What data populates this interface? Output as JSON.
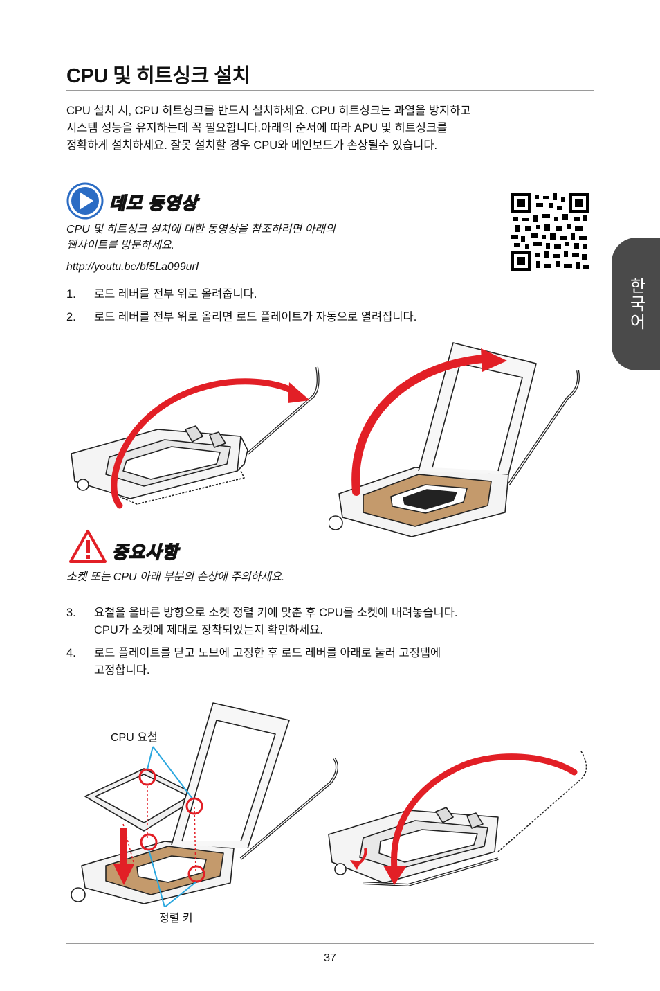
{
  "title": "CPU 및 히트싱크 설치",
  "intro": [
    "CPU 설치 시, CPU 히트싱크를 반드시 설치하세요. CPU 히트싱크는 과열을 방지하고",
    "시스템 성능을 유지하는데 꼭 필요합니다.아래의 순서에 따라 APU 및 히트싱크를",
    "정확하게 설치하세요. 잘못 설치할 경우 CPU와 메인보드가 손상될수 있습니다."
  ],
  "side_tab": "한국어",
  "demo": {
    "heading": "데모 동영상",
    "text": [
      "CPU 및 히트싱크 설치에 대한 동영상을 참조하려면 아래의",
      "웹사이트를 방문하세요."
    ],
    "url": "http://youtu.be/bf5La099urI"
  },
  "steps_a": [
    {
      "num": "1.",
      "text": [
        "로드 레버를 전부 위로 올려줍니다."
      ]
    },
    {
      "num": "2.",
      "text": [
        "로드 레버를 전부 위로 올리면 로드 플레이트가 자동으로 열려집니다."
      ]
    }
  ],
  "important": {
    "heading": "중요사항",
    "text": "소켓 또는 CPU 아래 부분의 손상에 주의하세요."
  },
  "steps_b": [
    {
      "num": "3.",
      "text": [
        "요철을 올바른 방향으로 소켓 정렬 키에 맞춘 후 CPU를 소켓에 내려놓습니다.",
        "CPU가 소켓에 제대로 장착되었는지 확인하세요."
      ]
    },
    {
      "num": "4.",
      "text": [
        "로드 플레이트를 닫고 노브에 고정한 후 로드 레버를 아래로 눌러 고정탭에",
        "고정합니다."
      ]
    }
  ],
  "labels": {
    "cpu_notch": "CPU 요철",
    "align_key": "정렬 키"
  },
  "page_number": "37",
  "colors": {
    "accent_red": "#e21f26",
    "play_blue": "#2b6cc4",
    "tab_gray": "#4a4a4a",
    "socket_brown": "#c49a6c",
    "callout_blue": "#2aa7df"
  }
}
